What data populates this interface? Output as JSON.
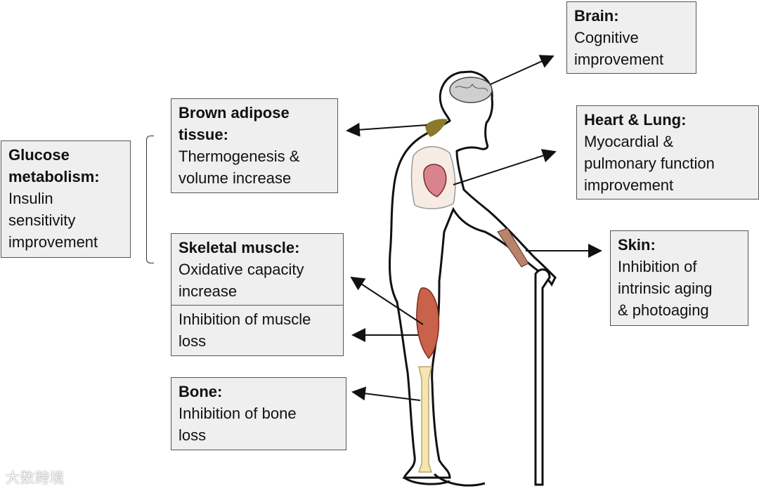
{
  "boxes": {
    "brain": {
      "title": "Brain:",
      "lines": [
        "Cognitive",
        "improvement"
      ]
    },
    "heart_lung": {
      "title": "Heart & Lung:",
      "lines": [
        "Myocardial &",
        "pulmonary function",
        "improvement"
      ]
    },
    "skin": {
      "title": "Skin:",
      "lines": [
        "Inhibition of",
        "intrinsic aging",
        "& photoaging"
      ]
    },
    "brown_adipose": {
      "title_lines": [
        "Brown adipose",
        "tissue:"
      ],
      "lines": [
        "Thermogenesis &",
        "volume increase"
      ]
    },
    "glucose": {
      "title_lines": [
        "Glucose",
        "metabolism:"
      ],
      "lines": [
        "Insulin",
        "sensitivity",
        "improvement"
      ]
    },
    "skeletal_muscle": {
      "title": "Skeletal muscle:",
      "lines": [
        "Oxidative capacity",
        "increase"
      ]
    },
    "muscle_loss": {
      "lines": [
        "Inhibition of muscle",
        "loss"
      ]
    },
    "bone": {
      "title": "Bone:",
      "lines": [
        "Inhibition of  bone",
        "loss"
      ]
    }
  },
  "watermark": "大数跨境",
  "colors": {
    "box_fill": "#efefef",
    "muscle": "#c9624a",
    "bone": "#f3e6b0",
    "fat": "#8a7a2a",
    "lung": "#f6ece4"
  }
}
